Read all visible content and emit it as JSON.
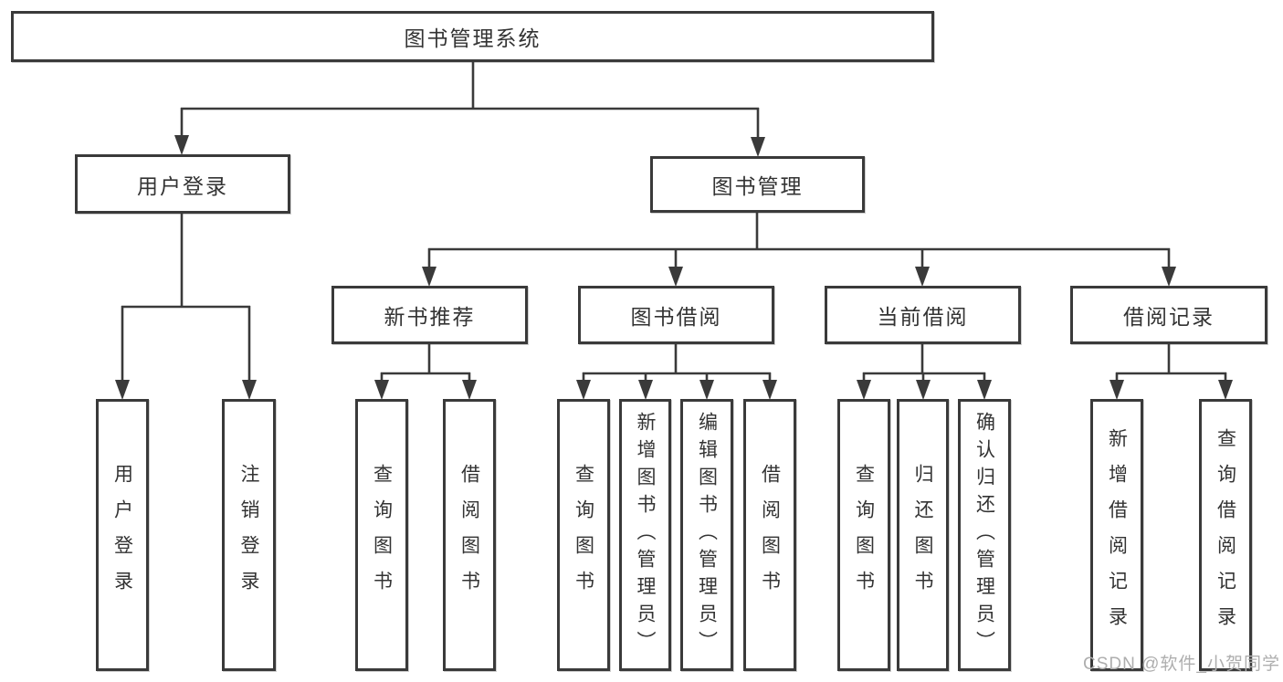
{
  "tree": {
    "label": "图书管理系统",
    "children": [
      {
        "label": "用户登录",
        "children": [
          {
            "label": "用户登录"
          },
          {
            "label": "注销登录"
          }
        ]
      },
      {
        "label": "图书管理",
        "children": [
          {
            "label": "新书推荐",
            "children": [
              {
                "label": "查询图书"
              },
              {
                "label": "借阅图书"
              }
            ]
          },
          {
            "label": "图书借阅",
            "children": [
              {
                "label": "查询图书"
              },
              {
                "label": "新增图书（管理员）"
              },
              {
                "label": "编辑图书（管理员）"
              },
              {
                "label": "借阅图书"
              }
            ]
          },
          {
            "label": "当前借阅",
            "children": [
              {
                "label": "查询图书"
              },
              {
                "label": "归还图书"
              },
              {
                "label": "确认归还（管理员）"
              }
            ]
          },
          {
            "label": "借阅记录",
            "children": [
              {
                "label": "新增借阅记录"
              },
              {
                "label": "查询借阅记录"
              }
            ]
          }
        ]
      }
    ]
  },
  "watermark": {
    "text": "CSDN @软件_小贺同学"
  },
  "colors": {
    "line": "#3a3a3a",
    "box_border": "#3a3a3a",
    "text": "#333333",
    "watermark": "#aeaeae",
    "background": "#ffffff"
  }
}
